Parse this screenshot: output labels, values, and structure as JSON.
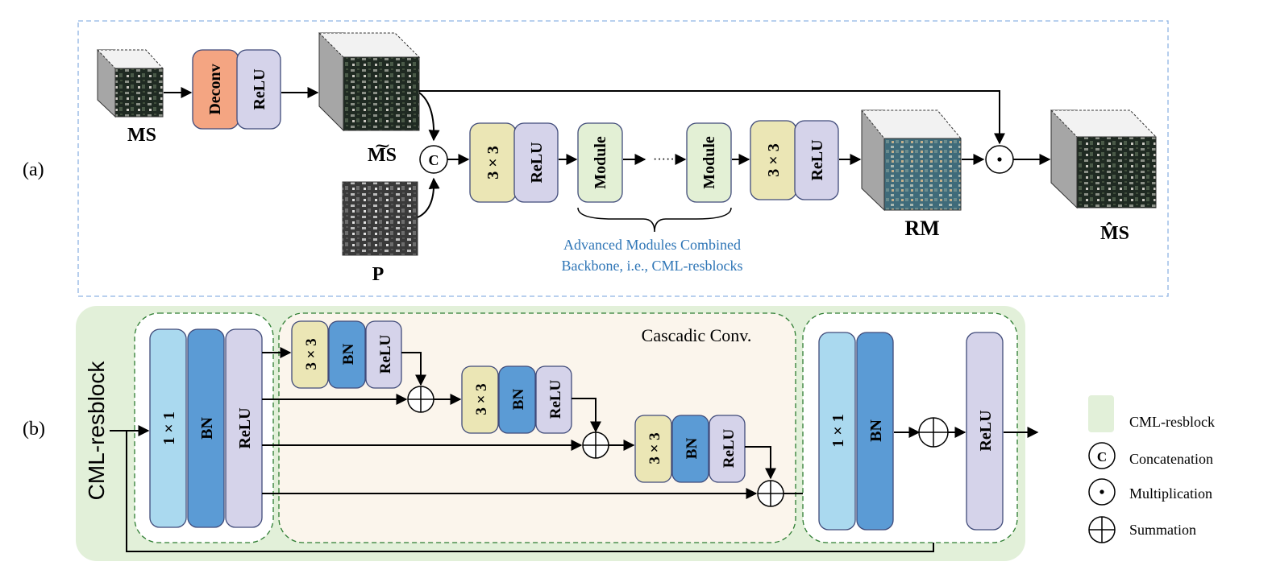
{
  "panel_a": {
    "label": "(a)",
    "ms_label": "MS",
    "ms_tilde_label": "M͠S",
    "p_label": "P",
    "rm_label": "RM",
    "ms_hat_label": "M̂S",
    "deconv": "Deconv",
    "relu": "ReLU",
    "conv3x3": "3 × 3",
    "module": "Module",
    "dots": "······",
    "concat_symbol": "C",
    "caption_line1": "Advanced Modules Combined",
    "caption_line2": "Backbone, i.e., CML-resblocks"
  },
  "panel_b": {
    "label": "(b)",
    "side_label": "CML-resblock",
    "conv1x1": "1 × 1",
    "bn": "BN",
    "relu": "ReLU",
    "conv3x3": "3 × 3",
    "cascadic_label": "Cascadic Conv."
  },
  "legend": {
    "cml": "CML-resblock",
    "concatenation": "Concatenation",
    "multiplication": "Multiplication",
    "summation": "Summation",
    "concat_symbol": "C"
  },
  "colors": {
    "deconv": "#f4a582",
    "relu": "#d5d3ea",
    "conv3x3": "#ebe6b5",
    "module": "#e3f0d5",
    "conv1x1": "#aad9ef",
    "bn": "#5b9bd5",
    "cml_bg": "#e2f0d9",
    "cascadic_bg": "#fbf5ec",
    "caption": "#2e75b6",
    "dash_a": "#8fb4e3",
    "dash_b": "#2e7d32"
  }
}
